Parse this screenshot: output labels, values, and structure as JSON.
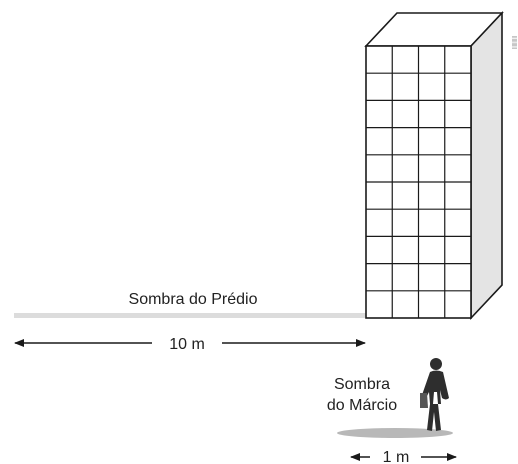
{
  "labels": {
    "building_shadow": "Sombra do Prédio",
    "building_shadow_length": "10 m",
    "person_shadow_line1": "Sombra",
    "person_shadow_line2": "do Márcio",
    "person_shadow_length": "1 m"
  },
  "building": {
    "grid_columns": 4,
    "grid_rows": 10
  },
  "colors": {
    "stroke": "#1a1a1a",
    "building_face": "#ffffff",
    "building_side": "#e6e6e6",
    "shadow": "#d9d9d9",
    "person": "#333333"
  }
}
